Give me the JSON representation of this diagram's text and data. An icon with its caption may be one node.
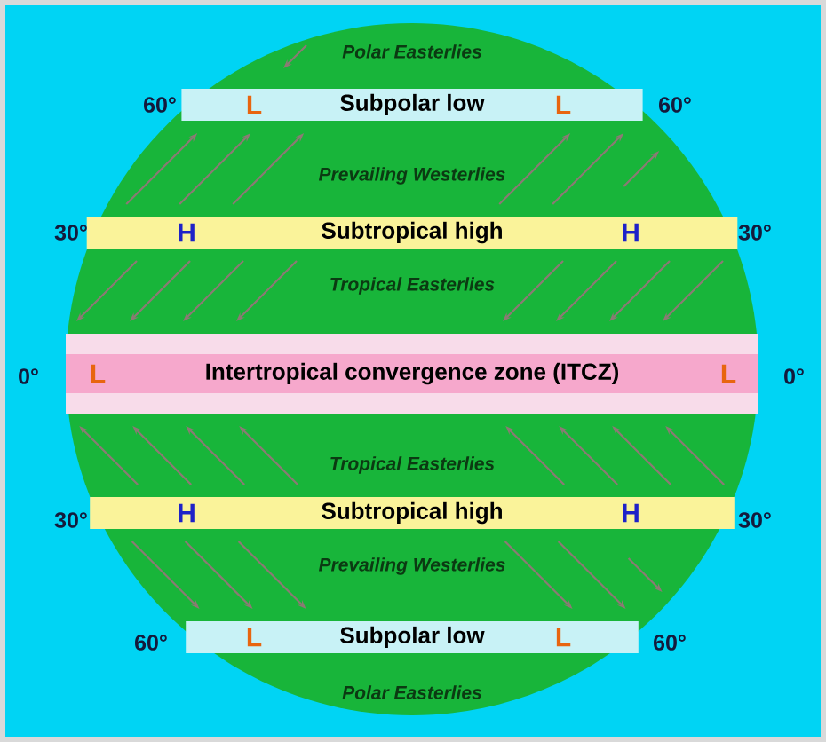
{
  "diagram": {
    "nodes": [
      {
        "text": [
          "L",
          "Subpolar low",
          "L"
        ],
        "beside": [
          "60°",
          "60°"
        ]
      },
      {
        "text": [
          "H",
          "Subtropical high",
          "H"
        ],
        "beside": [
          "30°",
          "30°"
        ]
      },
      {
        "text": [
          "L",
          "Intertropical convergence zone (ITCZ)",
          "L"
        ],
        "beside": [
          "0°",
          "0°"
        ]
      },
      {
        "text": [
          "H",
          "Subtropical high",
          "H"
        ],
        "beside": [
          "30°",
          "30°"
        ]
      },
      {
        "text": [
          "L",
          "Subpolar low",
          "L"
        ],
        "beside": [
          "60°",
          "60°"
        ]
      }
    ],
    "labels": [
      "Polar Easterlies",
      "Prevailing Westerlies",
      "Tropical Easterlies",
      "Tropical Easterlies",
      "Prevailing Westerlies",
      "Polar Easterlies"
    ]
  }
}
